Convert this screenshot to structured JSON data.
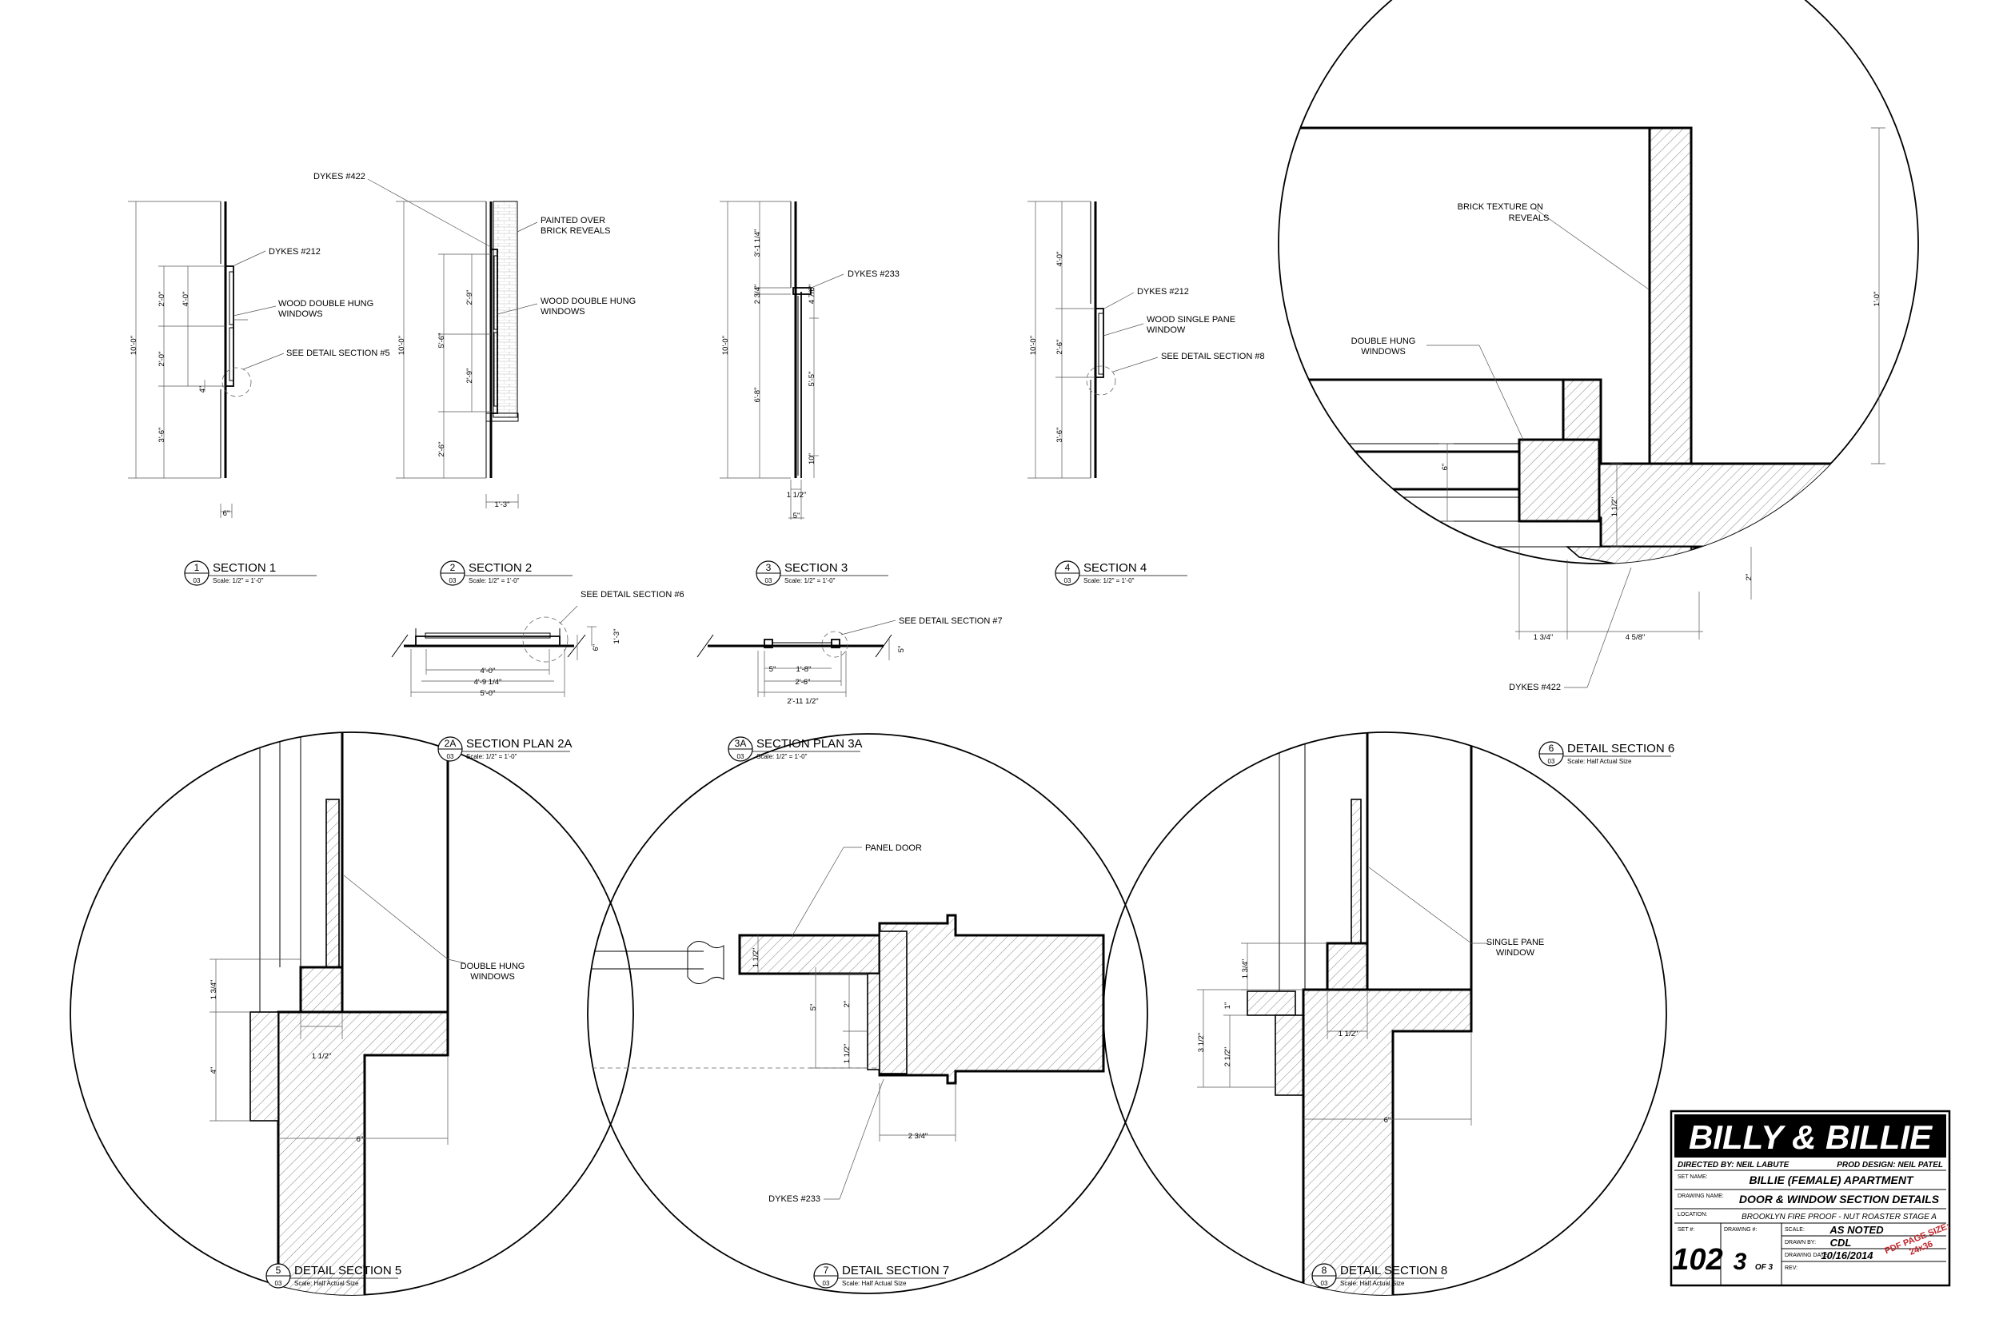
{
  "sections": [
    {
      "num": "1",
      "sheet": "03",
      "title": "SECTION 1",
      "scale": "Scale: 1/2\" = 1'-0\""
    },
    {
      "num": "2",
      "sheet": "03",
      "title": "SECTION 2",
      "scale": "Scale: 1/2\" = 1'-0\""
    },
    {
      "num": "3",
      "sheet": "03",
      "title": "SECTION 3",
      "scale": "Scale: 1/2\" = 1'-0\""
    },
    {
      "num": "4",
      "sheet": "03",
      "title": "SECTION 4",
      "scale": "Scale: 1/2\" = 1'-0\""
    },
    {
      "num": "2A",
      "sheet": "03",
      "title": "SECTION PLAN 2A",
      "scale": "Scale: 1/2\" = 1'-0\""
    },
    {
      "num": "3A",
      "sheet": "03",
      "title": "SECTION PLAN 3A",
      "scale": "Scale: 1/2\" = 1'-0\""
    },
    {
      "num": "6",
      "sheet": "03",
      "title": "DETAIL SECTION 6",
      "scale": "Scale: Half Actual Size"
    },
    {
      "num": "5",
      "sheet": "03",
      "title": "DETAIL SECTION 5",
      "scale": "Scale: Half Actual Size"
    },
    {
      "num": "7",
      "sheet": "03",
      "title": "DETAIL SECTION 7",
      "scale": "Scale: Half Actual Size"
    },
    {
      "num": "8",
      "sheet": "03",
      "title": "DETAIL SECTION 8",
      "scale": "Scale: Half Actual Size"
    }
  ],
  "labels": {
    "s1_dykes212": "DYKES #212",
    "s1_window_1": "WOOD DOUBLE HUNG",
    "s1_window_2": "WINDOWS",
    "s1_see5": "SEE DETAIL SECTION #5",
    "s2_dykes422": "DYKES #422",
    "s2_painted_1": "PAINTED OVER",
    "s2_painted_2": "BRICK REVEALS",
    "s2_window_1": "WOOD DOUBLE HUNG",
    "s2_window_2": "WINDOWS",
    "s3_dykes233": "DYKES #233",
    "s4_dykes212": "DYKES #212",
    "s4_window_1": "WOOD SINGLE PANE",
    "s4_window_2": "WINDOW",
    "s4_see8": "SEE DETAIL SECTION #8",
    "p2a_see6": "SEE DETAIL SECTION #6",
    "p3a_see7": "SEE DETAIL SECTION #7",
    "d6_brick_1": "BRICK TEXTURE ON",
    "d6_brick_2": "REVEALS",
    "d6_dh_1": "DOUBLE HUNG",
    "d6_dh_2": "WINDOWS",
    "d6_dykes422": "DYKES #422",
    "d5_dh_1": "DOUBLE HUNG",
    "d5_dh_2": "WINDOWS",
    "d7_panel": "PANEL DOOR",
    "d7_dykes233": "DYKES #233",
    "d8_sp_1": "SINGLE PANE",
    "d8_sp_2": "WINDOW"
  },
  "dims": {
    "s1_total": "10'-0\"",
    "s1_a": "4'-0\"",
    "s1_b": "2'-0\"",
    "s1_c": "2'-0\"",
    "s1_d": "3'-6\"",
    "s1_e": "4\"",
    "s1_f": "6\"",
    "s2_total": "10'-0\"",
    "s2_a": "5'-6\"",
    "s2_b": "2'-9\"",
    "s2_c": "2'-9\"",
    "s2_d": "2'-6\"",
    "s2_e": "1'-3\"",
    "s3_total": "10'-0\"",
    "s3_a": "3'-1 1/4\"",
    "s3_b": "2 3/4\"",
    "s3_c": "4 7/8\"",
    "s3_d": "6'-8\"",
    "s3_e": "5'-5\"",
    "s3_f": "10\"",
    "s3_g": "1 1/2\"",
    "s3_h": "5\"",
    "s4_total": "10'-0\"",
    "s4_a": "4'-0\"",
    "s4_b": "2'-6\"",
    "s4_c": "3'-6\"",
    "p2a_a": "4'-0\"",
    "p2a_b": "4'-9 1/4\"",
    "p2a_c": "5'-0\"",
    "p2a_d": "1'-3\"",
    "p2a_e": "6\"",
    "p3a_a": "5\"",
    "p3a_b": "1'-8\"",
    "p3a_c": "2'-6\"",
    "p3a_d": "2'-11 1/2\"",
    "p3a_e": "5\"",
    "d6_a": "1'-0\"",
    "d6_b": "6\"",
    "d6_c": "1 1/2\"",
    "d6_d": "2\"",
    "d6_e": "1 3/4\"",
    "d6_f": "4 5/8\"",
    "d5_a": "1 3/4\"",
    "d5_b": "4\"",
    "d5_c": "1 1/2\"",
    "d5_d": "6\"",
    "d7_a": "1 1/2\"",
    "d7_b": "5\"",
    "d7_c": "2\"",
    "d7_d": "1 1/2\"",
    "d7_e": "2 3/4\"",
    "d8_a": "1 3/4\"",
    "d8_b": "1\"",
    "d8_c": "3 1/2\"",
    "d8_d": "2 1/2\"",
    "d8_e": "1 1/2\"",
    "d8_f": "6\""
  },
  "title_block": {
    "project": "BILLY & BILLIE",
    "directed_by": "DIRECTED BY: NEIL LABUTE",
    "prod_design": "PROD DESIGN: NEIL PATEL",
    "set_name_label": "SET NAME:",
    "set_name": "BILLIE (FEMALE) APARTMENT",
    "drawing_name_label": "DRAWING NAME:",
    "drawing_name": "DOOR & WINDOW SECTION DETAILS",
    "location_label": "LOCATION:",
    "location": "BROOKLYN FIRE PROOF - NUT ROASTER STAGE A",
    "set_label": "SET #:",
    "set_number": "102",
    "drawing_label": "DRAWING #:",
    "drawing_number": "3",
    "drawing_of": "OF 3",
    "scale_label": "SCALE:",
    "scale": "AS NOTED",
    "drawn_by_label": "DRAWN BY:",
    "drawn_by": "CDL",
    "drawing_date_label": "DRAWING DATE:",
    "drawing_date": "10/16/2014",
    "rev_label": "REV:",
    "pdf_stamp_1": "PDF PAGE SIZE:",
    "pdf_stamp_2": "24x36"
  }
}
